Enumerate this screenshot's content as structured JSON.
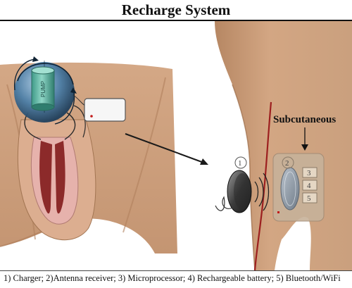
{
  "title": "Recharge System",
  "labels": {
    "pump": "PUMP",
    "subcutaneous": "Subcutaneous",
    "charger_number": "1",
    "receiver_number": "2",
    "microprocessor_number": "3",
    "battery_number": "4",
    "wireless_number": "5"
  },
  "caption": "1) Charger; 2)Antenna receiver; 3) Microprocessor; 4) Rechargeable battery; 5) Bluetooth/WiFi",
  "colors": {
    "skin": "#cfa27e",
    "skin_shadow": "#b88a66",
    "skin_light": "#dcb695",
    "pump_sphere": "#4c7fa8",
    "pump_cylinder": "#4fae9c",
    "implant_outer": "#e8b3ad",
    "implant_inner": "#8c2a2a",
    "incision": "#9c1f1f"
  }
}
